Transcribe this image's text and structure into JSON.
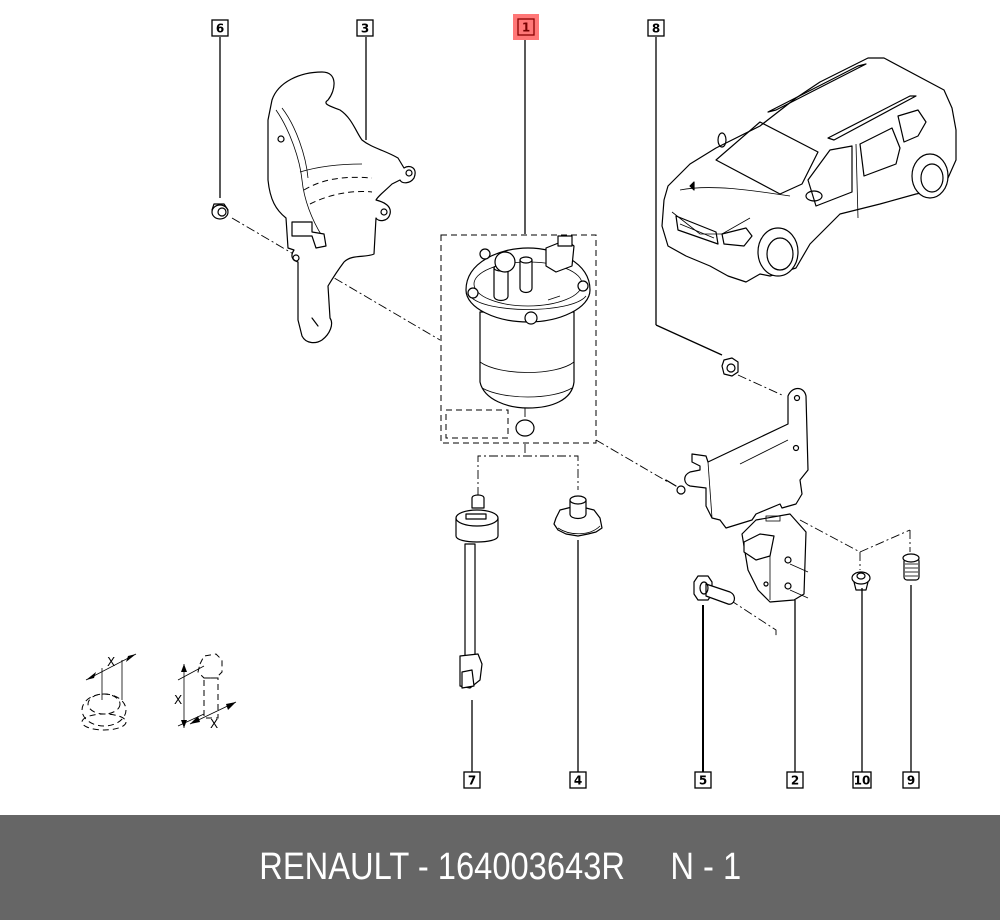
{
  "diagram": {
    "title": "Fuel filter assembly — exploded parts view",
    "highlight_color": "#ff7777",
    "footer_bg": "#666666",
    "callouts": [
      {
        "id": "1",
        "label": "1",
        "part": "fuel-filter-assembly",
        "highlighted": true
      },
      {
        "id": "2",
        "label": "2",
        "part": "filter-mounting-bracket",
        "highlighted": false
      },
      {
        "id": "3",
        "label": "3",
        "part": "heat-shield",
        "highlighted": false
      },
      {
        "id": "4",
        "label": "4",
        "part": "drain-plug",
        "highlighted": false
      },
      {
        "id": "5",
        "label": "5",
        "part": "bolt",
        "highlighted": false
      },
      {
        "id": "6",
        "label": "6",
        "part": "nut",
        "highlighted": false
      },
      {
        "id": "7",
        "label": "7",
        "part": "water-sensor-with-cable",
        "highlighted": false
      },
      {
        "id": "8",
        "label": "8",
        "part": "nut",
        "highlighted": false
      },
      {
        "id": "9",
        "label": "9",
        "part": "threaded-insert",
        "highlighted": false
      },
      {
        "id": "10",
        "label": "10",
        "part": "grommet",
        "highlighted": false
      }
    ],
    "dimension_legend": {
      "nut_label": "X",
      "bolt_length_label": "X",
      "bolt_diameter_label": "X"
    }
  },
  "footer": {
    "brand": "RENAULT",
    "part_number": "164003643R",
    "text": "RENAULT - 164003643R     N - 1"
  }
}
